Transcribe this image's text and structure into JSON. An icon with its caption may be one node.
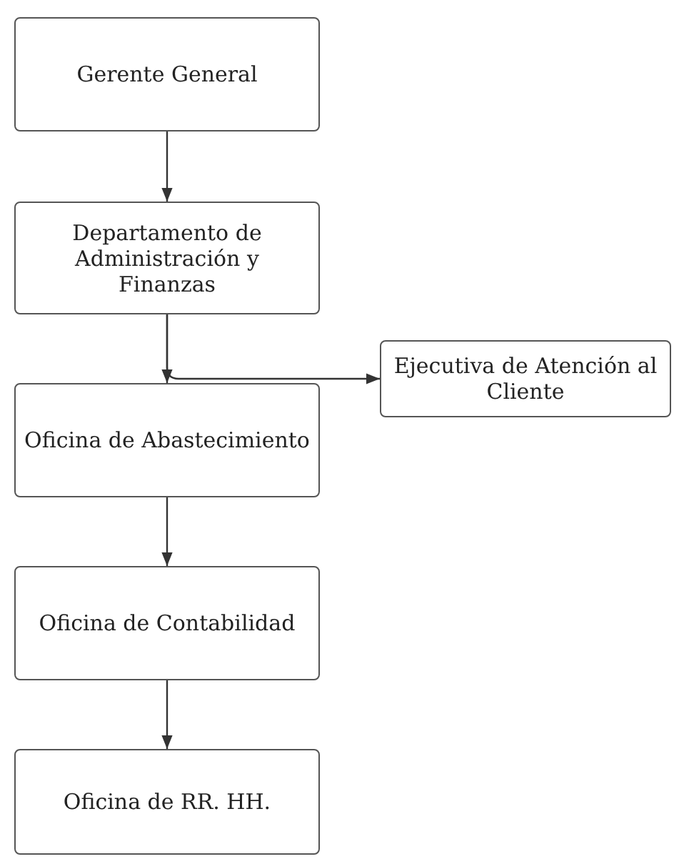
{
  "diagram": {
    "nodes": [
      {
        "text": [
          "Gerente General"
        ]
      },
      {
        "text": [
          "Departamento de Administración y Finanzas"
        ]
      },
      {
        "text": [
          "Ejecutiva de Atención al Cliente"
        ]
      },
      {
        "text": [
          "Oficina de Abastecimiento"
        ]
      },
      {
        "text": [
          "Oficina de Contabilidad"
        ]
      },
      {
        "text": [
          "Oficina de RR. HH."
        ]
      }
    ],
    "edges": [
      {
        "from": 0,
        "to": 1,
        "arrow": "to"
      },
      {
        "from": 1,
        "to": 3,
        "arrow": "to"
      },
      {
        "from": 1,
        "to": 2,
        "arrow": "to"
      },
      {
        "from": 3,
        "to": 4,
        "arrow": "to"
      },
      {
        "from": 4,
        "to": 5,
        "arrow": "to"
      }
    ]
  }
}
